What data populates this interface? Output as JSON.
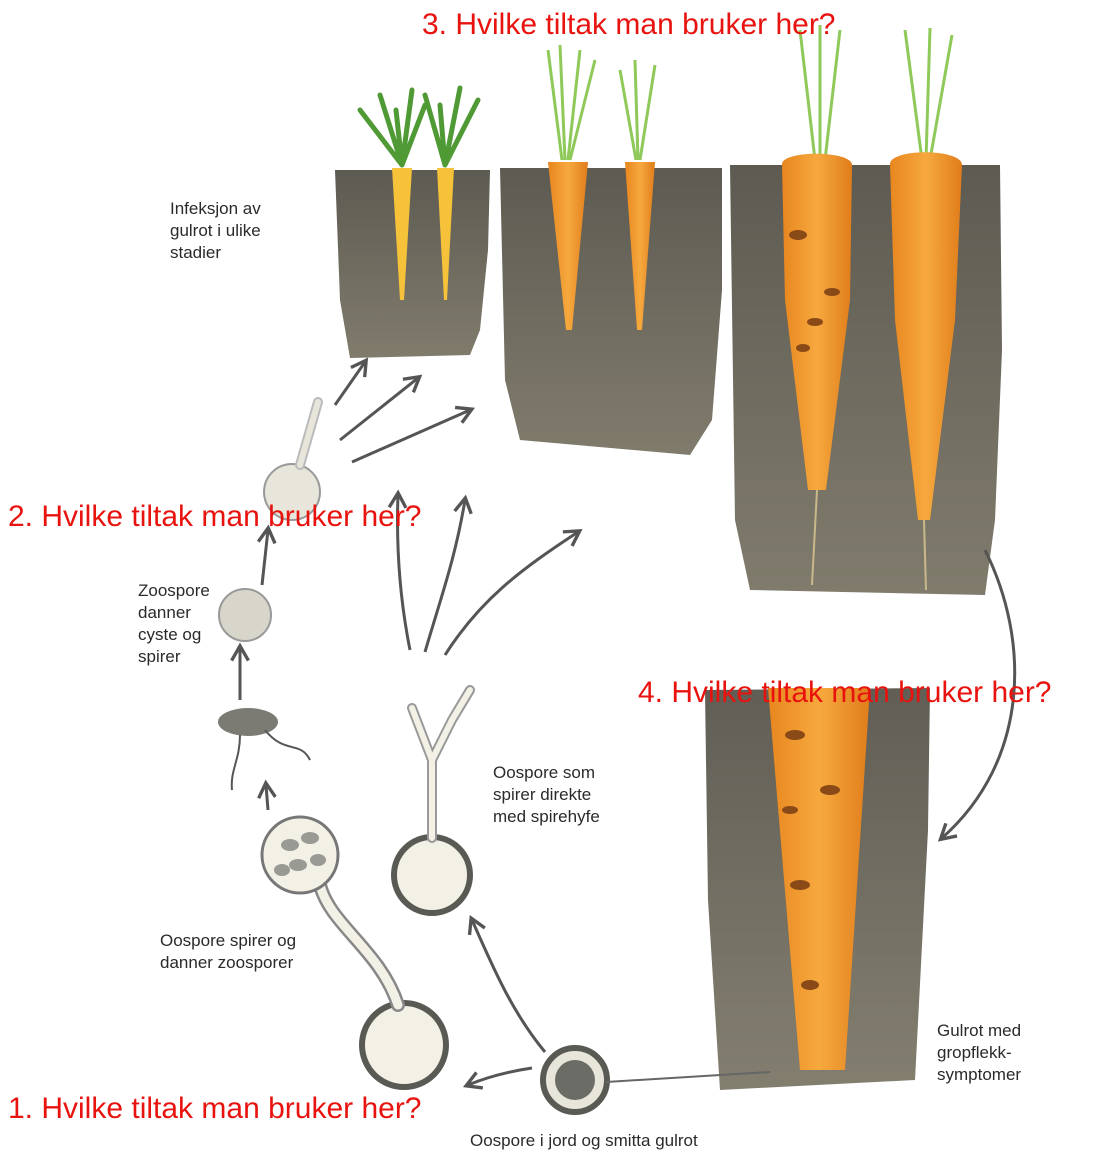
{
  "questions": {
    "q1": "1. Hvilke tiltak man bruker her?",
    "q2": "2. Hvilke tiltak man bruker her?",
    "q3": "3. Hvilke tiltak man bruker her?",
    "q4": "4. Hvilke tiltak man bruker her?"
  },
  "labels": {
    "infection": "Infeksjon av\ngulrot i ulike\nstadier",
    "zoospore_cyst": "Zoospore\ndanner\ncyste og\nspirer",
    "oospore_direct": "Oospore som\nspirer direkte\nmed spirehyfe",
    "oospore_zoospores": "Oospore spirer og\ndanner zoosporer",
    "symptoms": "Gulrot med\ngropflekk-\nsymptomer",
    "oospore_soil": "Oospore i jord og smitta gulrot"
  },
  "colors": {
    "question_text": "#e8130f",
    "soil": "#5e5a4f",
    "carrot": "#f29a2e",
    "foliage": "#5fa83e",
    "arrow": "#555555",
    "spore_fill": "#f3f1e6"
  }
}
